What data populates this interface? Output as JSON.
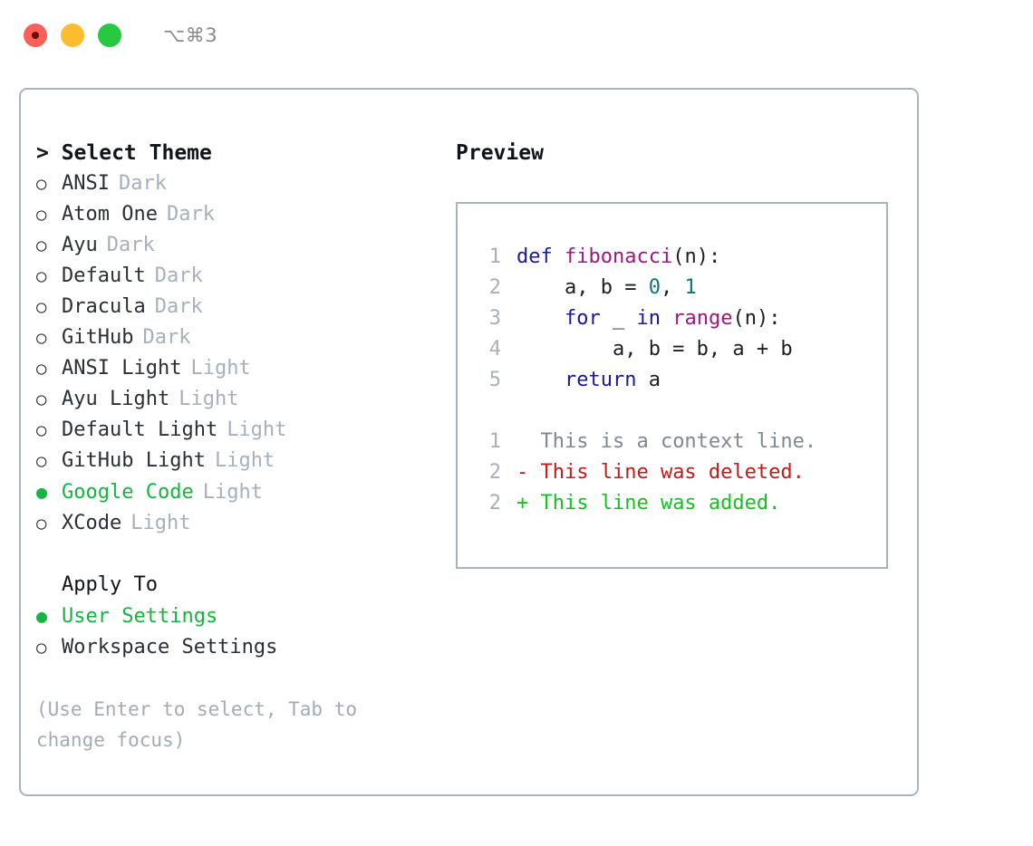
{
  "window": {
    "shortcut": "⌥⌘3",
    "traffic_lights": [
      {
        "name": "close-button",
        "color": "#ff5f57"
      },
      {
        "name": "minimize-button",
        "color": "#febc2e"
      },
      {
        "name": "maximize-button",
        "color": "#28c840"
      }
    ]
  },
  "theme_list": {
    "header": "> Select Theme",
    "bullet_off": "○",
    "bullet_on": "●",
    "items": [
      {
        "name": "ANSI",
        "variant": "Dark",
        "selected": false
      },
      {
        "name": "Atom One",
        "variant": "Dark",
        "selected": false
      },
      {
        "name": "Ayu",
        "variant": "Dark",
        "selected": false
      },
      {
        "name": "Default",
        "variant": "Dark",
        "selected": false
      },
      {
        "name": "Dracula",
        "variant": "Dark",
        "selected": false
      },
      {
        "name": "GitHub",
        "variant": "Dark",
        "selected": false
      },
      {
        "name": "ANSI Light",
        "variant": "Light",
        "selected": false
      },
      {
        "name": "Ayu Light",
        "variant": "Light",
        "selected": false
      },
      {
        "name": "Default Light",
        "variant": "Light",
        "selected": false
      },
      {
        "name": "GitHub Light",
        "variant": "Light",
        "selected": false
      },
      {
        "name": "Google Code",
        "variant": "Light",
        "selected": true
      },
      {
        "name": "XCode",
        "variant": "Light",
        "selected": false
      }
    ]
  },
  "apply_to": {
    "header": "Apply To",
    "items": [
      {
        "name": "User Settings",
        "selected": true
      },
      {
        "name": "Workspace Settings",
        "selected": false
      }
    ]
  },
  "hint": "(Use Enter to select, Tab to change focus)",
  "preview": {
    "title": "Preview",
    "code_lines": [
      {
        "ln": "1",
        "tokens": [
          {
            "t": "def",
            "c": "kw"
          },
          {
            "t": " ",
            "c": "pln"
          },
          {
            "t": "fibonacci",
            "c": "fn"
          },
          {
            "t": "(n):",
            "c": "pln"
          }
        ]
      },
      {
        "ln": "2",
        "tokens": [
          {
            "t": "    a, b = ",
            "c": "pln"
          },
          {
            "t": "0",
            "c": "num"
          },
          {
            "t": ", ",
            "c": "pln"
          },
          {
            "t": "1",
            "c": "num"
          }
        ]
      },
      {
        "ln": "3",
        "tokens": [
          {
            "t": "    ",
            "c": "pln"
          },
          {
            "t": "for",
            "c": "kw"
          },
          {
            "t": " _ ",
            "c": "pln"
          },
          {
            "t": "in",
            "c": "kw"
          },
          {
            "t": " ",
            "c": "pln"
          },
          {
            "t": "range",
            "c": "fn"
          },
          {
            "t": "(n):",
            "c": "pln"
          }
        ]
      },
      {
        "ln": "4",
        "tokens": [
          {
            "t": "        a, b = b, a + b",
            "c": "pln"
          }
        ]
      },
      {
        "ln": "5",
        "tokens": [
          {
            "t": "    ",
            "c": "pln"
          },
          {
            "t": "return",
            "c": "kw"
          },
          {
            "t": " a",
            "c": "pln"
          }
        ]
      }
    ],
    "diff_lines": [
      {
        "ln": "1",
        "marker": " ",
        "text": " This is a context line.",
        "kind": "ctx"
      },
      {
        "ln": "2",
        "marker": "-",
        "text": " This line was deleted.",
        "kind": "del"
      },
      {
        "ln": "2",
        "marker": "+",
        "text": " This line was added.",
        "kind": "add"
      }
    ]
  },
  "colors": {
    "accent_green": "#17b441",
    "muted": "#a8b0bb",
    "border": "#aab3c0",
    "keyword": "#18189c",
    "function": "#a0177e",
    "number": "#0d7777",
    "diff_delete": "#c31b1b",
    "diff_add": "#14c21f",
    "diff_context": "#808890"
  }
}
